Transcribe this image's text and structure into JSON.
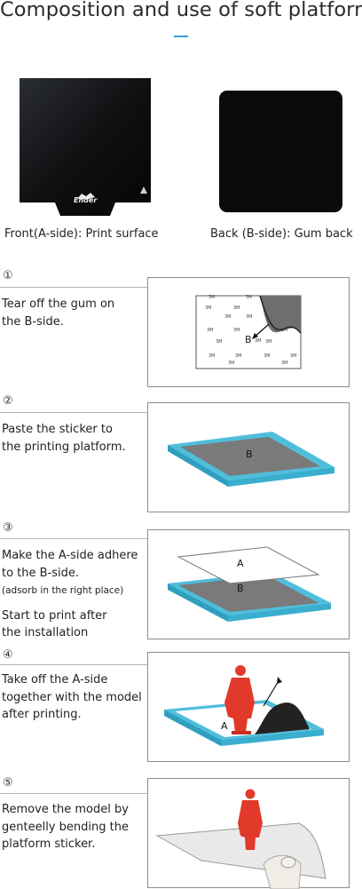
{
  "title": "Composition and use of soft platform",
  "front": {
    "caption": "Front(A-side): Print surface",
    "brand": "Ender"
  },
  "back": {
    "caption": "Back (B-side): Gum back"
  },
  "steps": [
    {
      "num": "①",
      "lines": [
        "Tear off the gum on",
        "the B-side."
      ],
      "figure": {
        "tiles": [
          "3M",
          "3M",
          "3M",
          "3M",
          "3M",
          "3M",
          "3M",
          "3M",
          "3M",
          "3M",
          "3M",
          "3M",
          "3M",
          "3M",
          "3M",
          "3M",
          "3M",
          "3M"
        ],
        "side": "B"
      }
    },
    {
      "num": "②",
      "lines": [
        "Paste the sticker to",
        "the printing platform."
      ],
      "figure": {
        "label": "B"
      }
    },
    {
      "num": "③",
      "lines": [
        "Make the A-side adhere",
        "to the B-side."
      ],
      "note": "(adsorb in the right place)",
      "lines2": [
        "Start to print after",
        "the installation"
      ],
      "figure": {
        "top_label": "A",
        "bottom_label": "B"
      }
    },
    {
      "num": "④",
      "lines": [
        "Take off the A-side",
        "together with the model",
        "after printing."
      ],
      "figure": {
        "label": "A"
      }
    },
    {
      "num": "⑤",
      "lines": [
        "Remove the model by",
        "genteelly bending the",
        "platform sticker."
      ]
    }
  ],
  "colors": {
    "accent": "#3a9fd6",
    "platform": "#5bc0de",
    "sheet_gray": "#7d7d7d",
    "model_red": "#e23a2a"
  }
}
